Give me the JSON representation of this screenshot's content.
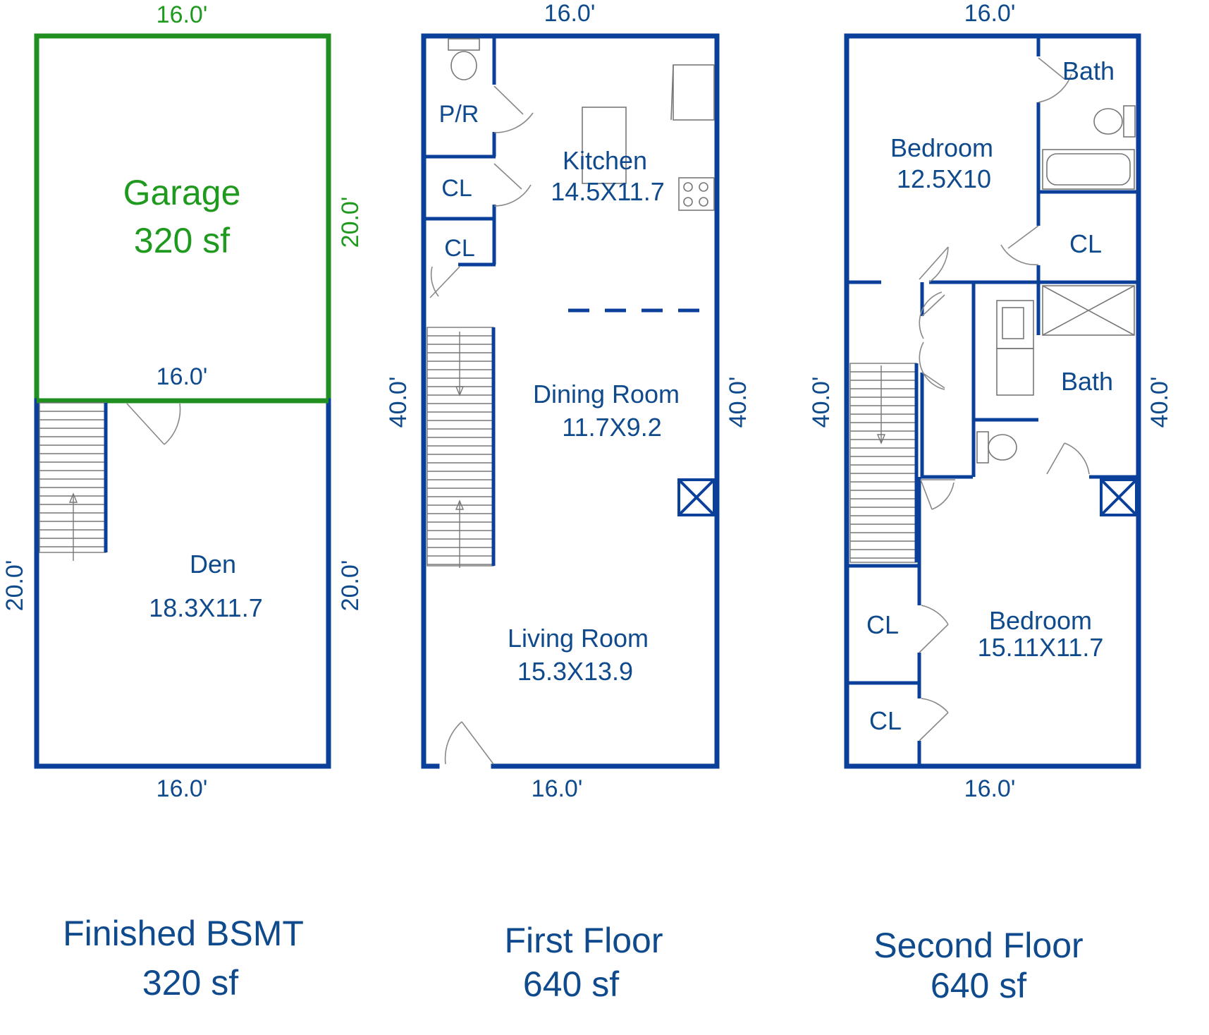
{
  "basement": {
    "dim_top": "16.0'",
    "dim_mid": "16.0'",
    "dim_bottom": "16.0'",
    "dim_right_upper": "20.0'",
    "dim_right_lower": "20.0'",
    "dim_left": "20.0'",
    "garage_label": "Garage",
    "garage_area": "320 sf",
    "den_label": "Den",
    "den_size": "18.3X11.7",
    "title": "Finished BSMT",
    "area": "320 sf"
  },
  "first_floor": {
    "dim_top": "16.0'",
    "dim_bottom": "16.0'",
    "dim_left": "40.0'",
    "dim_right": "40.0'",
    "pr_label": "P/R",
    "cl1_label": "CL",
    "cl2_label": "CL",
    "kitchen_label": "Kitchen",
    "kitchen_size": "14.5X11.7",
    "dining_label": "Dining Room",
    "dining_size": "11.7X9.2",
    "living_label": "Living Room",
    "living_size": "15.3X13.9",
    "title": "First Floor",
    "area": "640 sf"
  },
  "second_floor": {
    "dim_top": "16.0'",
    "dim_bottom": "16.0'",
    "dim_left": "40.0'",
    "dim_right": "40.0'",
    "bath1_label": "Bath",
    "bedroom1_label": "Bedroom",
    "bedroom1_size": "12.5X10",
    "cl1_label": "CL",
    "bath2_label": "Bath",
    "cl2_label": "CL",
    "cl3_label": "CL",
    "bedroom2_label": "Bedroom",
    "bedroom2_size": "15.11X11.7",
    "title": "Second Floor",
    "area": "640 sf"
  },
  "colors": {
    "wall": "#0a3f9a",
    "text": "#0f4a8c",
    "garage": "#1f8f1f"
  }
}
